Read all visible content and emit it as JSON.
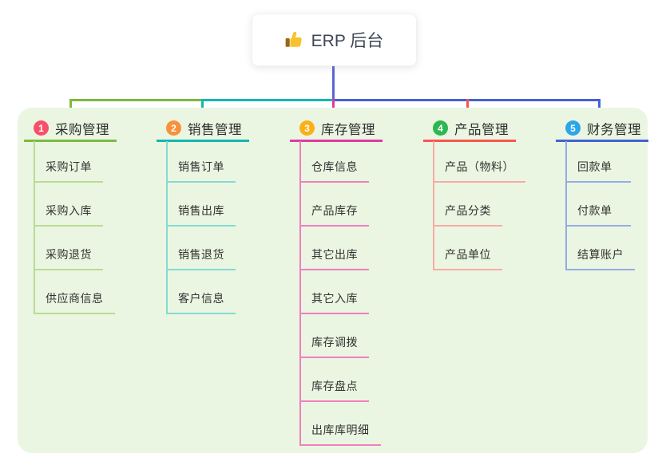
{
  "root": {
    "label": "ERP 后台",
    "icon": "thumbs-up-icon"
  },
  "connector": {
    "root_line_color": "#5a66d8"
  },
  "panel_color": "#eaf6e2",
  "columns": [
    {
      "number": "1",
      "title": "采购管理",
      "badge_color": "#f8506b",
      "line_color": "#7cba3f",
      "light_color": "#b9dc92",
      "items": [
        "采购订单",
        "采购入库",
        "采购退货",
        "供应商信息"
      ]
    },
    {
      "number": "2",
      "title": "销售管理",
      "badge_color": "#f8913b",
      "line_color": "#13b7b1",
      "light_color": "#84dad3",
      "items": [
        "销售订单",
        "销售出库",
        "销售退货",
        "客户信息"
      ]
    },
    {
      "number": "3",
      "title": "库存管理",
      "badge_color": "#fbb017",
      "line_color": "#df3aa2",
      "light_color": "#f07fc0",
      "items": [
        "仓库信息",
        "产品库存",
        "其它出库",
        "其它入库",
        "库存调拨",
        "库存盘点",
        "出库库明细"
      ]
    },
    {
      "number": "4",
      "title": "产品管理",
      "badge_color": "#2db750",
      "line_color": "#f85450",
      "light_color": "#f9aaa5",
      "items": [
        "产品（物料）",
        "产品分类",
        "产品单位"
      ]
    },
    {
      "number": "5",
      "title": "财务管理",
      "badge_color": "#2ba6e8",
      "line_color": "#4263d4",
      "light_color": "#96abe5",
      "items": [
        "回款单",
        "付款单",
        "结算账户"
      ]
    }
  ]
}
